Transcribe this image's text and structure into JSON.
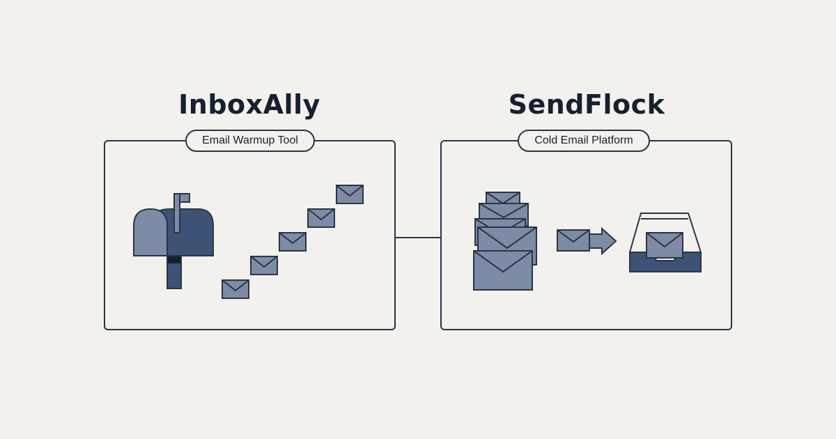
{
  "tools": [
    {
      "name": "InboxAlly",
      "category": "Email Warmup Tool"
    },
    {
      "name": "SendFlock",
      "category": "Cold Email Platform"
    }
  ],
  "colors": {
    "background": "#f2f1ed",
    "outline": "#2a3444",
    "envelope_fill": "#7d8ba6",
    "dark_fill": "#3e5275",
    "text": "#16202e"
  },
  "icons": {
    "left": [
      "mailbox-icon",
      "envelope-icon"
    ],
    "right": [
      "envelope-stack-icon",
      "arrow-right-icon",
      "inbox-tray-icon"
    ]
  }
}
